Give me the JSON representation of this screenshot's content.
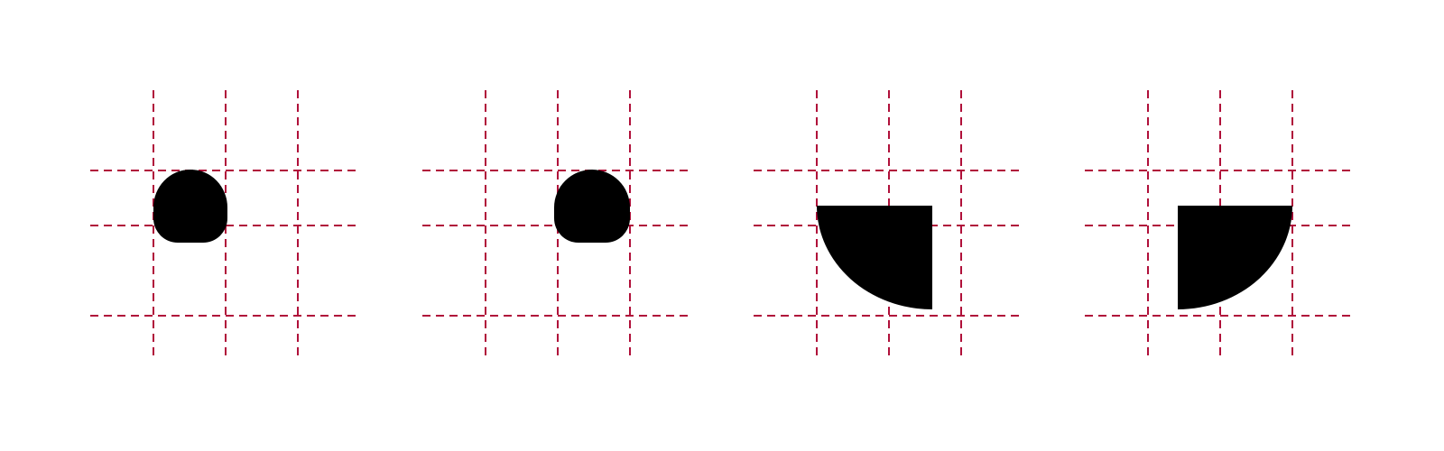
{
  "colors": {
    "background": "#ffffff",
    "grid_line": "#b0103a",
    "shape_fill": "#000000"
  },
  "line_style": "dashed",
  "panels": [
    {
      "name": "panel-1",
      "shape": "rounded-rectangle-large-top-corners"
    },
    {
      "name": "panel-2",
      "shape": "rounded-rectangle-large-top-corners"
    },
    {
      "name": "panel-3",
      "shape": "quarter-ellipse-rounded-bottom-left"
    },
    {
      "name": "panel-4",
      "shape": "quarter-ellipse-rounded-bottom-right"
    }
  ]
}
